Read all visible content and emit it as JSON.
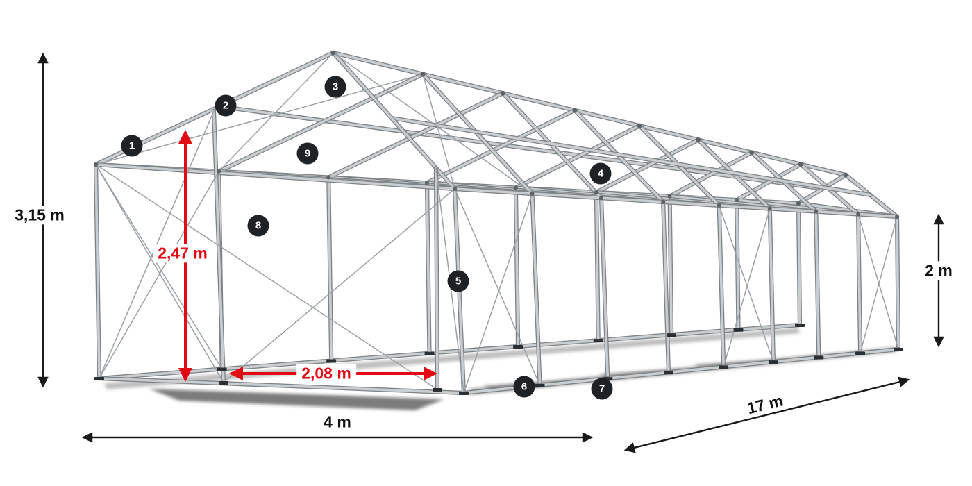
{
  "diagram": {
    "type": "tent-frame-dimension-diagram",
    "dimensions": {
      "total_height": "3,15 m",
      "entrance_height": "2,47 m",
      "entrance_width": "2,08 m",
      "width": "4 m",
      "length": "17 m",
      "side_height": "2 m"
    },
    "callouts": [
      "1",
      "2",
      "3",
      "4",
      "5",
      "6",
      "7",
      "8",
      "9"
    ],
    "colors": {
      "accent_red": "#e30613",
      "dimension_black": "#1a1a1a",
      "frame_light": "#c9cdcf",
      "frame_dark": "#7e8386",
      "cable": "#9aa0a3",
      "node": "#5d6265",
      "foot": "#2c2f31",
      "badge_bg": "#1f2224",
      "badge_text": "#ffffff",
      "background": "#ffffff"
    }
  }
}
